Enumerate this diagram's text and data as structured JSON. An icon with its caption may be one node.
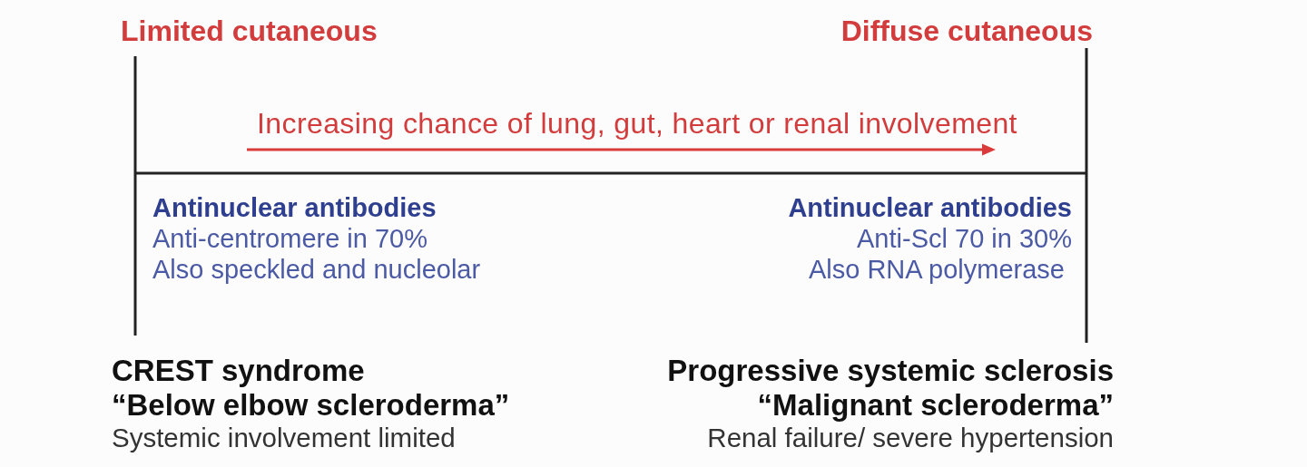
{
  "diagram": {
    "labels": [
      "Limited cutaneous",
      "Diffuse cutaneous",
      "Increasing chance of lung, gut, heart or renal involvement",
      "Antinuclear antibodies",
      "Anti-centromere in 70%",
      "Also speckled and nucleolar",
      "Antinuclear antibodies",
      "Anti-Scl 70 in 30%",
      "Also RNA polymerase",
      "CREST syndrome",
      "“Below elbow scleroderma”",
      "Systemic involvement limited",
      "Progressive systemic sclerosis",
      "“Malignant scleroderma”",
      "Renal failure/ severe hypertension"
    ]
  }
}
